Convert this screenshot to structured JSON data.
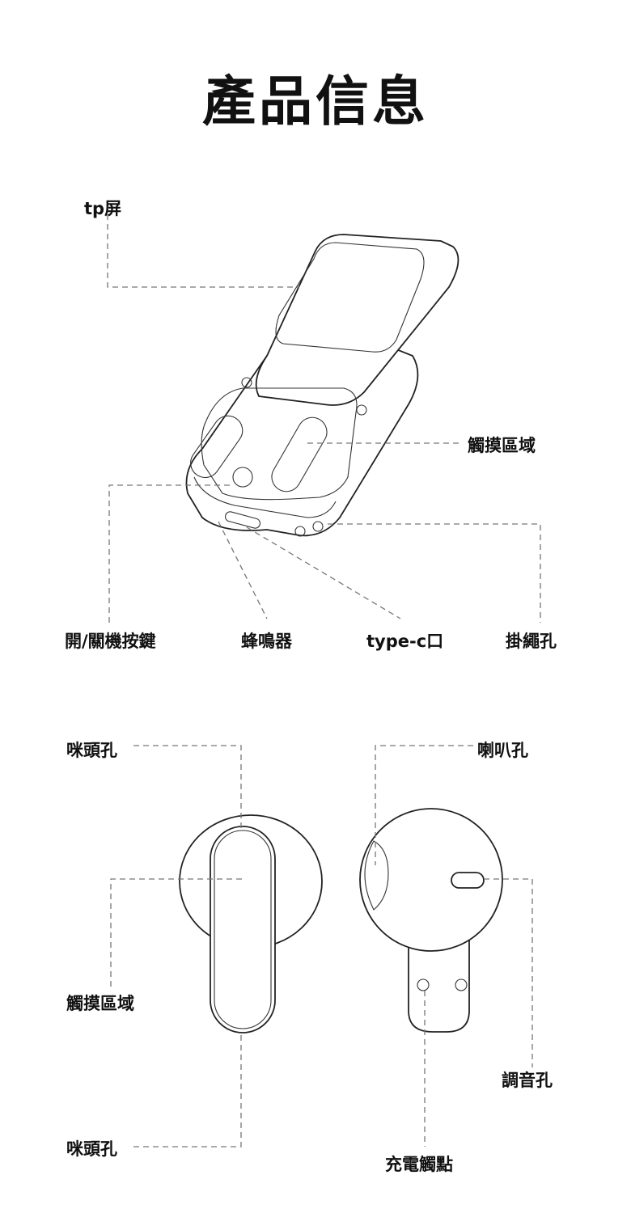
{
  "title": "產品信息",
  "case_labels": {
    "tp_screen": "tp屏",
    "touch_area": "觸摸區域",
    "power_button": "開/關機按鍵",
    "buzzer": "蜂鳴器",
    "type_c": "type-c口",
    "lanyard_hole": "掛繩孔"
  },
  "earbud_labels": {
    "mic_hole_top": "咪頭孔",
    "speaker_hole": "喇叭孔",
    "touch_area": "觸摸區域",
    "tuning_hole": "調音孔",
    "mic_hole_bottom": "咪頭孔",
    "charging_contacts": "充電觸點"
  }
}
